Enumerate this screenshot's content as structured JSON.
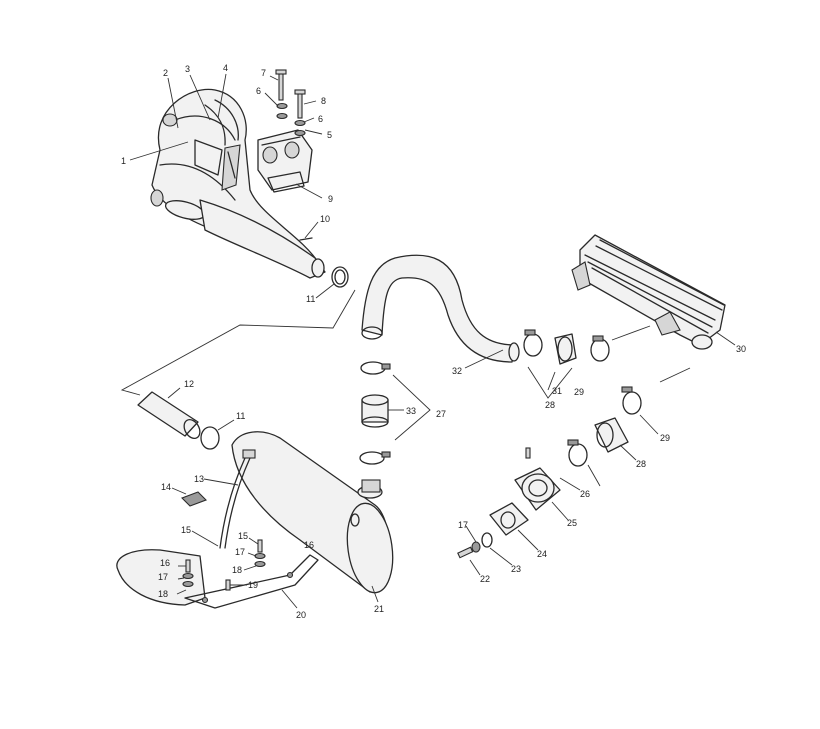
{
  "callouts": [
    {
      "id": "c1",
      "label": "1"
    },
    {
      "id": "c2",
      "label": "2"
    },
    {
      "id": "c3",
      "label": "3"
    },
    {
      "id": "c4",
      "label": "4"
    },
    {
      "id": "c5",
      "label": "5"
    },
    {
      "id": "c6a",
      "label": "6"
    },
    {
      "id": "c6b",
      "label": "6"
    },
    {
      "id": "c7",
      "label": "7"
    },
    {
      "id": "c8",
      "label": "8"
    },
    {
      "id": "c9",
      "label": "9"
    },
    {
      "id": "c10",
      "label": "10"
    },
    {
      "id": "c11a",
      "label": "11"
    },
    {
      "id": "c11b",
      "label": "11"
    },
    {
      "id": "c12",
      "label": "12"
    },
    {
      "id": "c13",
      "label": "13"
    },
    {
      "id": "c14",
      "label": "14"
    },
    {
      "id": "c15a",
      "label": "15"
    },
    {
      "id": "c15b",
      "label": "15"
    },
    {
      "id": "c16a",
      "label": "16"
    },
    {
      "id": "c16b",
      "label": "16"
    },
    {
      "id": "c17a",
      "label": "17"
    },
    {
      "id": "c17b",
      "label": "17"
    },
    {
      "id": "c17c",
      "label": "17"
    },
    {
      "id": "c18a",
      "label": "18"
    },
    {
      "id": "c18b",
      "label": "18"
    },
    {
      "id": "c19",
      "label": "19"
    },
    {
      "id": "c20",
      "label": "20"
    },
    {
      "id": "c21",
      "label": "21"
    },
    {
      "id": "c22",
      "label": "22"
    },
    {
      "id": "c23",
      "label": "23"
    },
    {
      "id": "c24",
      "label": "24"
    },
    {
      "id": "c25",
      "label": "25"
    },
    {
      "id": "c26",
      "label": "26"
    },
    {
      "id": "c27",
      "label": "27"
    },
    {
      "id": "c28a",
      "label": "28"
    },
    {
      "id": "c28b",
      "label": "28"
    },
    {
      "id": "c29a",
      "label": "29"
    },
    {
      "id": "c29b",
      "label": "29"
    },
    {
      "id": "c30",
      "label": "30"
    },
    {
      "id": "c31",
      "label": "31"
    },
    {
      "id": "c32",
      "label": "32"
    },
    {
      "id": "c33",
      "label": "33"
    }
  ]
}
